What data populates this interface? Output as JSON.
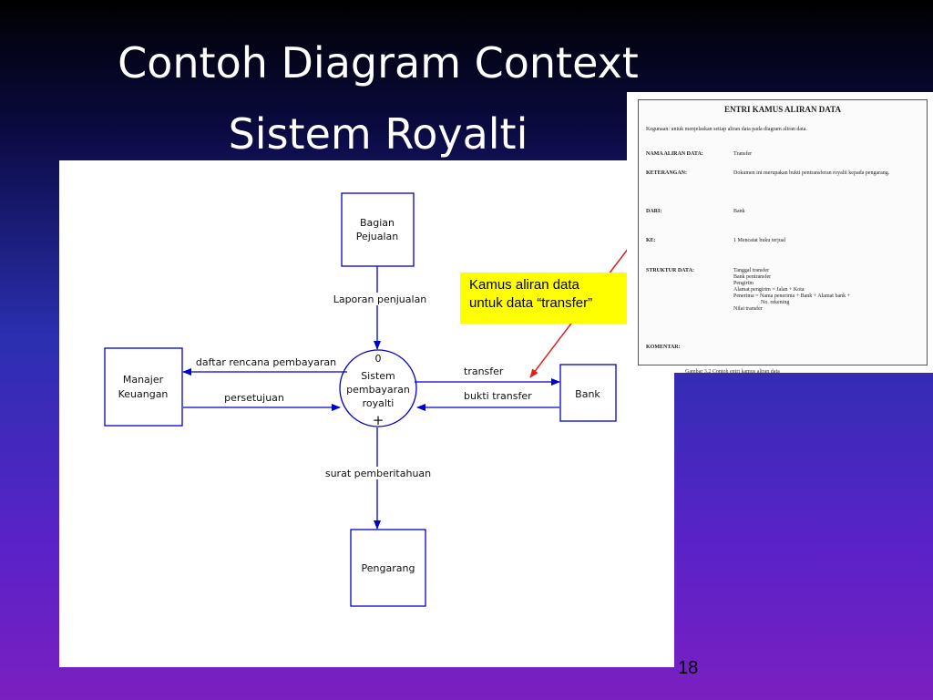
{
  "slide": {
    "title_line1": "Contoh Diagram Context",
    "title_line2": "Sistem Royalti",
    "page_number": "18"
  },
  "diagram": {
    "entities": {
      "bagian_penjualan": [
        "Bagian",
        "Pejualan"
      ],
      "manajer_keuangan": [
        "Manajer",
        "Keuangan"
      ],
      "bank": [
        "Bank"
      ],
      "pengarang": [
        "Pengarang"
      ]
    },
    "process": {
      "number": "0",
      "name_lines": [
        "Sistem",
        "pembayaran",
        "royalti"
      ],
      "expand_symbol": "+"
    },
    "flows": {
      "laporan_penjualan": "Laporan penjualan",
      "daftar_rencana_pembayaran": "daftar rencana pembayaran",
      "persetujuan": "persetujuan",
      "transfer": "transfer",
      "bukti_transfer": "bukti transfer",
      "surat_pemberitahuan": "surat pemberitahuan"
    },
    "colors": {
      "line": "#0000c8",
      "text": "#111111",
      "pointer": "#e02020"
    }
  },
  "callout": {
    "line1": "Kamus aliran data",
    "line2": "untuk data “transfer”",
    "background": "#ffff00"
  },
  "kamus": {
    "title": "ENTRI KAMUS ALIRAN DATA",
    "intro": "Kegunaan: untuk menjelaskan setiap aliran data pada diagram aliran data.",
    "rows": [
      {
        "key": "NAMA ALIRAN DATA:",
        "value": "Transfer"
      },
      {
        "key": "KETERANGAN:",
        "value": "Dokumen ini merupakan bukti pentransferan royalti kepada pengarang."
      },
      {
        "key": "DARI:",
        "value": "Bank"
      },
      {
        "key": "KE:",
        "value": "1 Mencatat buku terjual"
      },
      {
        "key": "STRUKTUR DATA:",
        "value": "Tanggal transfer\nBank pentransfer\nPengirim\nAlamat pengirim = Jalan + Kota\nPenerima = Nama penerima + Bank + Alamat bank +\n                    No. rekening\nNilai transfer"
      },
      {
        "key": "KOMENTAR:",
        "value": ""
      }
    ],
    "caption": "Gambar 3.2 Contoh entri kamus aliran data"
  }
}
